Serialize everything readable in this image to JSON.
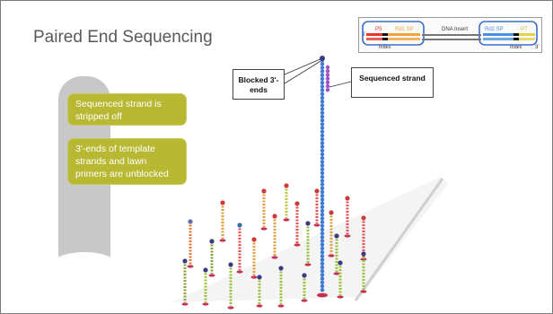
{
  "slide": {
    "title": "Paired End Sequencing",
    "insert_diagram": {
      "p5": "P5",
      "rd1": "Rd1 SP",
      "dna": "DNA Insert",
      "rd2": "Rd2 SP",
      "p7": "P7",
      "index_left": "Index",
      "index_right": "Index",
      "five_prime": "5'",
      "three_prime": "3'",
      "colors": {
        "p5": "#e8352b",
        "rd1": "#f0a23c",
        "dna": "#777777",
        "rd2": "#4a8fe0",
        "p7": "#e3d24e",
        "box": "#3a6fc9"
      }
    },
    "bullets": [
      "Sequenced strand is stripped off",
      "3'-ends of template strands and lawn primers are unblocked"
    ],
    "callouts": {
      "blocked": "Blocked 3'-ends",
      "sequenced": "Sequenced strand"
    },
    "colors": {
      "bullet_bg": "#b8b832",
      "strand_blue": "#3d7ad6",
      "strand_purple": "#a050c8"
    }
  }
}
